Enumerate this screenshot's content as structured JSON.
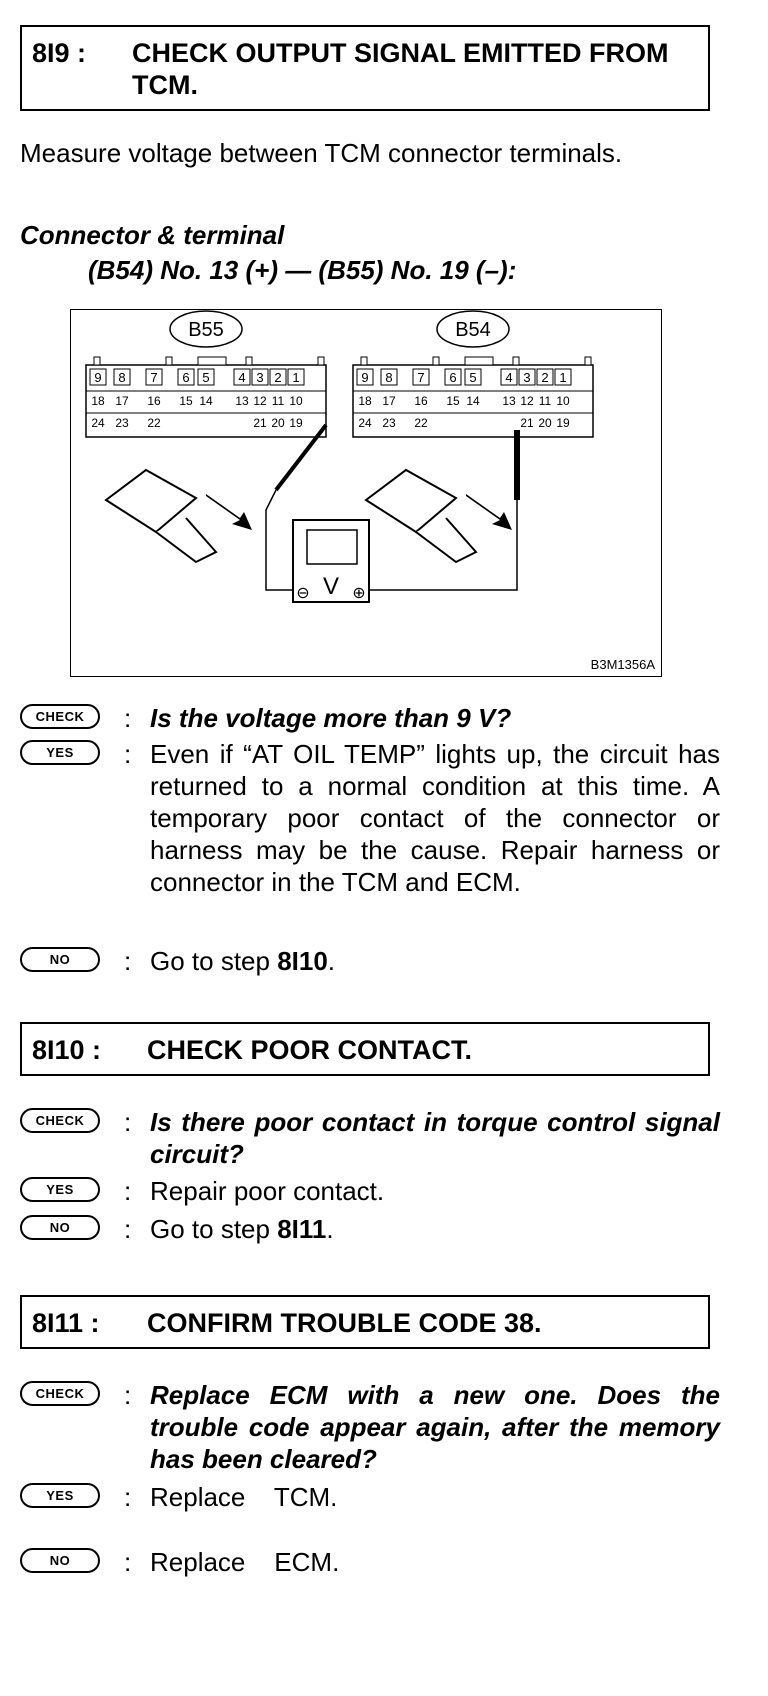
{
  "step_8i9": {
    "number": "8I9 :",
    "title": "CHECK OUTPUT SIGNAL EMITTED FROM TCM."
  },
  "measure_text": "Measure voltage between TCM connector terminals.",
  "connector": {
    "heading": "Connector & terminal",
    "spec": "(B54) No. 13 (+) — (B55) No. 19 (–):"
  },
  "figure": {
    "label": "B3M1356A",
    "connector_left": {
      "name": "B55",
      "row1": [
        "9",
        "8",
        "7",
        "6",
        "5",
        "4",
        "3",
        "2",
        "1"
      ],
      "row2": [
        "18",
        "17",
        "16",
        "15",
        "14",
        "13",
        "12",
        "11",
        "10"
      ],
      "row3": [
        "24",
        "23",
        "22",
        "21",
        "20",
        "19"
      ]
    },
    "connector_right": {
      "name": "B54",
      "row1": [
        "9",
        "8",
        "7",
        "6",
        "5",
        "4",
        "3",
        "2",
        "1"
      ],
      "row2": [
        "18",
        "17",
        "16",
        "15",
        "14",
        "13",
        "12",
        "11",
        "10"
      ],
      "row3": [
        "24",
        "23",
        "22",
        "21",
        "20",
        "19"
      ]
    },
    "meter_symbol": "V",
    "meter_minus": "⊖",
    "meter_plus": "⊕"
  },
  "qa_8i9": {
    "check_badge": "CHECK",
    "question": "Is the voltage more than 9 V?",
    "yes_badge": "YES",
    "yes_answer": "Even if “AT OIL TEMP” lights up, the circuit has returned to a normal condition at this time. A temporary poor contact of the connector or harness may be the cause. Repair harness or connector in the TCM and ECM.",
    "no_badge": "NO",
    "no_prefix": "Go to step ",
    "no_ref": "8I10",
    "no_suffix": "."
  },
  "step_8i10": {
    "number": "8I10 :",
    "title": "CHECK POOR CONTACT."
  },
  "qa_8i10": {
    "check_badge": "CHECK",
    "question": "Is there poor contact in torque control signal circuit?",
    "yes_badge": "YES",
    "yes_answer": "Repair poor contact.",
    "no_badge": "NO",
    "no_prefix": "Go to step ",
    "no_ref": "8I11",
    "no_suffix": "."
  },
  "step_8i11": {
    "number": "8I11 :",
    "title": "CONFIRM TROUBLE CODE 38."
  },
  "qa_8i11": {
    "check_badge": "CHECK",
    "question": "Replace ECM with a new one. Does the trouble code appear again, after the memory has been cleared?",
    "yes_badge": "YES",
    "yes_answer": "Replace    TCM.",
    "no_badge": "NO",
    "no_answer": "Replace    ECM."
  },
  "colon": ":"
}
